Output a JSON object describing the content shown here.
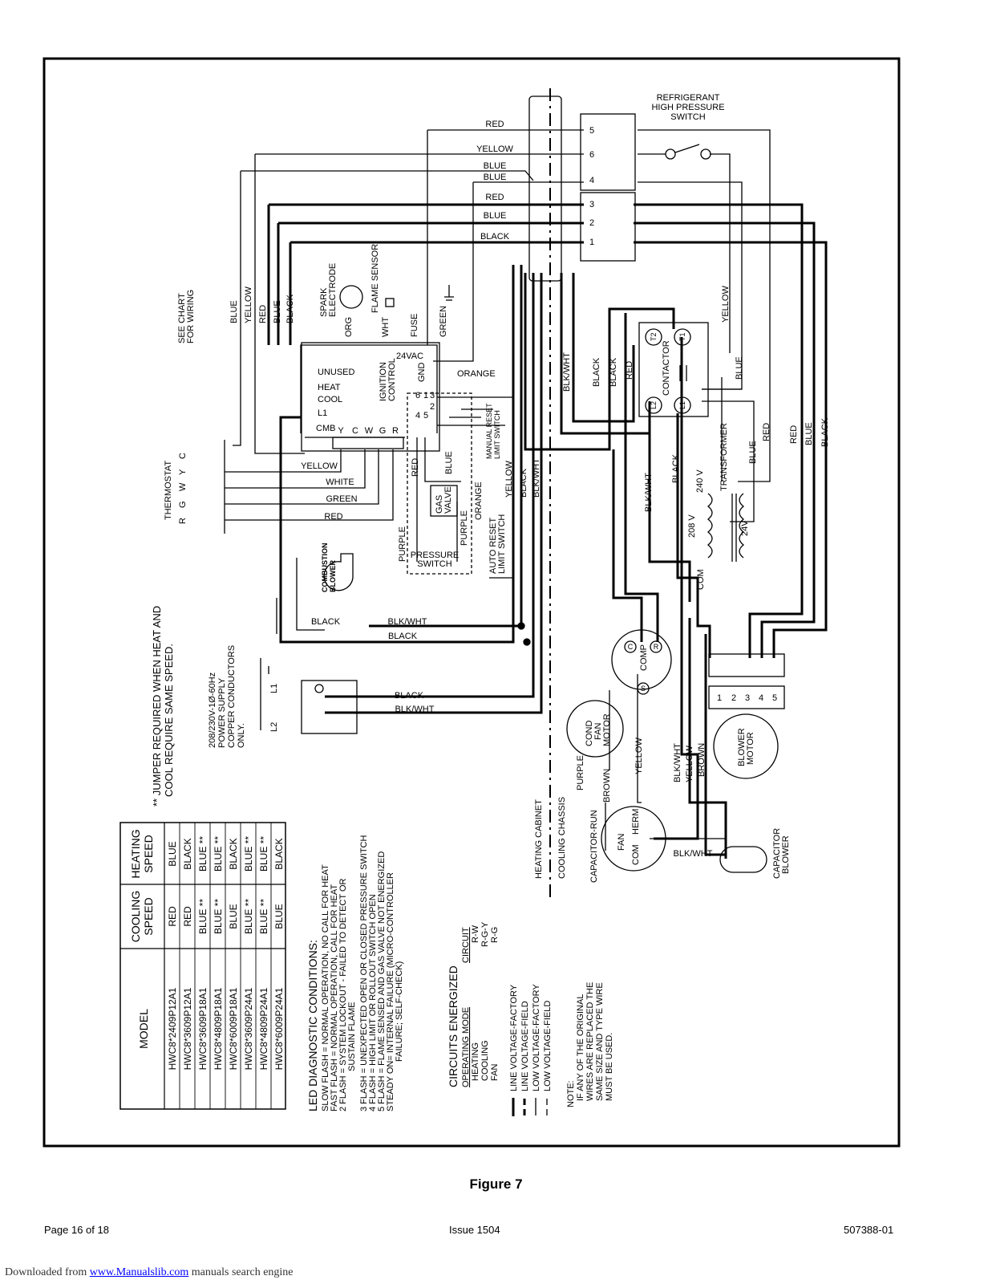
{
  "caption": "Figure 7",
  "footer": {
    "page": "Page 16 of 18",
    "issue": "Issue 1504",
    "doc_number": "507388-01"
  },
  "download": {
    "prefix": "Downloaded from",
    "link": "www.Manualslib.com",
    "suffix": " manuals search engine"
  },
  "components": {
    "hp_switch": [
      "REFRIGERANT",
      "HIGH PRESSURE",
      "SWITCH"
    ],
    "spark": [
      "SPARK",
      "ELECTRODE"
    ],
    "flame_sensor": "FLAME SENSOR",
    "fuse": "FUSE",
    "wht": "WHT",
    "org": "ORG",
    "vac": "24VAC",
    "gnd": "GND",
    "ignition": [
      "IGNITION",
      "CONTROL"
    ],
    "see_chart": [
      "SEE CHART",
      "FOR WIRING"
    ],
    "unused": "UNUSED",
    "heat": "HEAT",
    "cool": "COOL",
    "l1": "L1",
    "cmb": "CMB",
    "term_letters": [
      "Y",
      "C",
      "W",
      "G",
      "R"
    ],
    "thermostat": "THERMOSTAT",
    "thermostat_letters": [
      "R",
      "G",
      "W",
      "Y",
      "C"
    ],
    "manual_reset": [
      "MANUAL RESET",
      "LIMIT SWITCH"
    ],
    "auto_reset": [
      "AUTO RESET",
      "LIMIT SWITCH"
    ],
    "gas_valve": [
      "GAS",
      "VALVE"
    ],
    "pressure_switch": [
      "PRESSURE",
      "SWITCH"
    ],
    "combustion_blower": [
      "COMBUSTION",
      "BLOWER"
    ],
    "contactor": "CONTACTOR",
    "t1": "T1",
    "t2": "T2",
    "l2": "L2",
    "transformer": "TRANSFORMER",
    "v240": "240 V",
    "v208": "208 V",
    "v24": "24V",
    "com": "COM",
    "comp": "COMP",
    "comp_c": "C",
    "comp_r": "R",
    "comp_s": "S",
    "cond_fan": [
      "COND",
      "FAN",
      "MOTOR"
    ],
    "blower_motor": [
      "BLOWER",
      "MOTOR"
    ],
    "capacitor_run": "CAPACITOR-RUN",
    "capacitor_blower": [
      "CAPACITOR",
      "BLOWER"
    ],
    "fan": "FAN",
    "herm": "HERM",
    "heating_cabinet": "HEATING CABINET",
    "cooling_chassis": "COOLING CHASSIS",
    "power": [
      "208/230V-1Ø-60Hz",
      "POWER SUPPLY",
      "COPPER CONDUCTORS",
      "ONLY."
    ],
    "pl1": "L1",
    "pl2": "L2",
    "plug_top": [
      "5",
      "6",
      "4"
    ],
    "plug_bot": [
      "3",
      "2",
      "1"
    ],
    "ign_pins_a": [
      "4",
      "5",
      "6"
    ],
    "ign_pins_b": [
      "1",
      "2",
      "3"
    ],
    "bm_pins": [
      "1",
      "2",
      "3",
      "4",
      "5"
    ]
  },
  "wires": {
    "red": "RED",
    "yellow": "YELLOW",
    "blue": "BLUE",
    "black": "BLACK",
    "orange": "ORANGE",
    "white": "WHITE",
    "green": "GREEN",
    "purple": "PURPLE",
    "blk_wht": "BLK/WHT",
    "brown": "BROWN"
  },
  "jumper_note": [
    "** JUMPER REQUIRED WHEN HEAT AND",
    "COOL REQUIRE SAME SPEED."
  ],
  "speed_table": {
    "headers": [
      "MODEL",
      "COOLING SPEED",
      "HEATING SPEED"
    ],
    "rows": [
      [
        "HWC8*2409P12A1",
        "RED",
        "BLUE"
      ],
      [
        "HWC8*3609P12A1",
        "RED",
        "BLACK"
      ],
      [
        "HWC8*3609P18A1",
        "BLUE **",
        "BLUE **"
      ],
      [
        "HWC8*4809P18A1",
        "BLUE **",
        "BLUE **"
      ],
      [
        "HWC8*6009P18A1",
        "BLUE",
        "BLACK"
      ],
      [
        "HWC8*3609P24A1",
        "BLUE **",
        "BLUE **"
      ],
      [
        "HWC8*4809P24A1",
        "BLUE **",
        "BLUE **"
      ],
      [
        "HWC8*6009P24A1",
        "BLUE",
        "BLACK"
      ]
    ]
  },
  "led": {
    "title": "LED DIAGNOSTIC CONDITIONS:",
    "lines": [
      "SLOW FLASH = NORMAL OPERATION, NO CALL FOR HEAT",
      "FAST FLASH = NORMAL OPERATION, CALL FOR HEAT",
      "2 FLASH = SYSTEM LOCKOUT - FAILED TO DETECT OR",
      "          SUSTAIN FLAME",
      "3 FLASH = UNEXPECTED OPEN OR CLOSED PRESSURE SWITCH",
      "4 FLASH = HIGH LIMIT OR ROLLOUT SWITCH OPEN",
      "5 FLASH = FLAME SENSED AND GAS VALVE NOT ENERGIZED",
      "STEADY ON= INTERNAL FAILURE (MICRO-CONTROLLER",
      "           FAILURE; SELF-CHECK)"
    ]
  },
  "circuits": {
    "title": "CIRCUITS ENERGIZED",
    "headers": [
      "OPERATING MODE",
      "CIRCUIT"
    ],
    "rows": [
      [
        "HEATING",
        "R-W"
      ],
      [
        "COOLING",
        "R-G-Y"
      ],
      [
        "FAN",
        "R-G"
      ]
    ]
  },
  "legend": [
    "LINE VOLTAGE-FACTORY",
    "LINE VOLTAGE-FIELD",
    "LOW VOLTAGE-FACTORY",
    "LOW VOLTAGE-FIELD"
  ],
  "note": [
    "NOTE:",
    "IF ANY OF THE ORIGINAL",
    "WIRES ARE REPLACED THE",
    "SAME SIZE AND TYPE WIRE",
    "MUST BE USED."
  ]
}
